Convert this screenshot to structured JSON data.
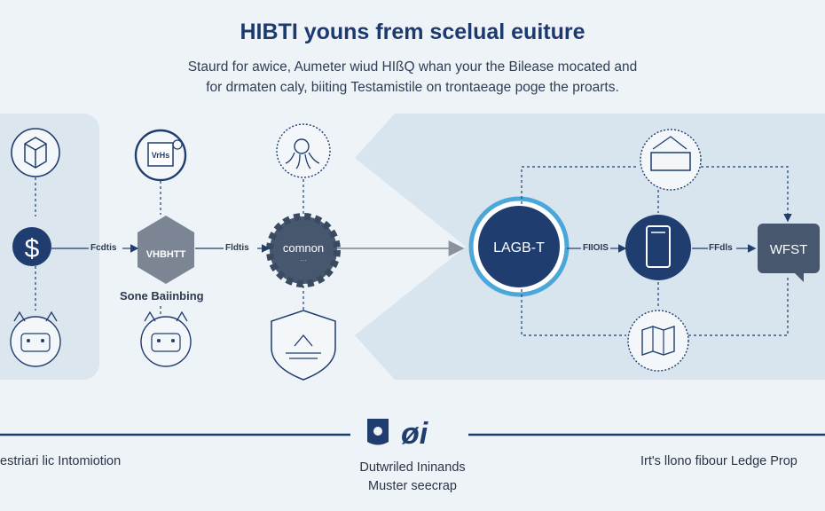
{
  "title": "HIBTI youns frem scelual euiture",
  "subtitle_line1": "Staurd for awice, Aumeter wiud HIßQ whan your the Bilease mocated and",
  "subtitle_line2": "for drmaten caly, biiting Testamistile on trontaeage poge the proarts.",
  "nodes": {
    "dollar_glyph": "$",
    "hex_label": "VHBHTT",
    "hex_caption": "Sone Baiinbing",
    "gear_label": "comnon",
    "gear_sublabel": "···",
    "badge_label": "VrHs",
    "circle_big_label": "LAGB-T",
    "wfst_label": "WFST"
  },
  "connectors": {
    "left_1": "Fcdtis",
    "left_2": "Fldtis",
    "right_1": "FIIOIS",
    "right_2": "FFdls"
  },
  "footer": {
    "left": "estriari lic Intomiotion",
    "center_line1": "Dutwriled Ininands",
    "center_line2": "Muster seecrap",
    "right": "Irt's llono fibour Ledge Prop",
    "logo_text": "øi"
  },
  "colors": {
    "navy": "#1f3d6e",
    "accent_blue": "#4aa7d8",
    "panel": "#dce6ef",
    "hex_gray": "#7b8594"
  }
}
